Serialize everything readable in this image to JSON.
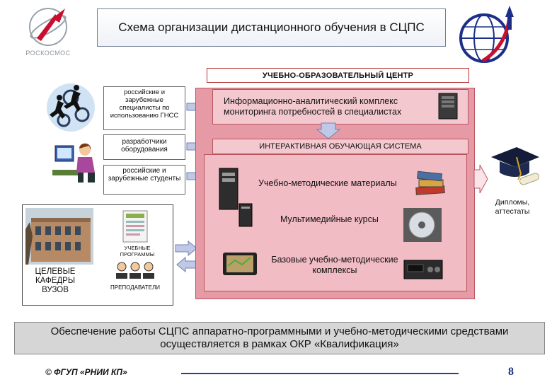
{
  "header": {
    "title": "Схема организации дистанционного обучения в СЦПС",
    "logo_left_text": "РОСКОСМОС"
  },
  "center": {
    "title": "УЧЕБНО-ОБРАЗОВАТЕЛЬНЫЙ ЦЕНТР",
    "info_complex": "Информационно-аналитический комплекс мониторинга потребностей в специалистах",
    "interactive_system": "ИНТЕРАКТИВНАЯ ОБУЧАЮЩАЯ СИСТЕМА",
    "materials": "Учебно-методические материалы",
    "multimedia": "Мультимедийные курсы",
    "base_complexes": "Базовые учебно-методические комплексы"
  },
  "stakeholders": [
    {
      "label": "российские и зарубежные специалисты по использованию ГНСС"
    },
    {
      "label": "разработчики оборудования"
    },
    {
      "label": "российские и зарубежные студенты"
    }
  ],
  "left_panel": {
    "programs": "УЧЕБНЫЕ ПРОГРАММЫ",
    "departments": "ЦЕЛЕВЫЕ КАФЕДРЫ ВУЗОВ",
    "teachers": "ПРЕПОДАВАТЕЛИ"
  },
  "output": {
    "label": "Дипломы, аттестаты"
  },
  "bottom": {
    "text": "Обеспечение работы СЦПС аппаратно-программными и учебно-методическими средствами осуществляется в рамках ОКР «Квалификация»"
  },
  "footer": {
    "org": "© ФГУП «РНИИ КП»",
    "page": "8"
  },
  "colors": {
    "pink_outer": "#e69aa6",
    "pink_inner": "#f1bcc4",
    "arrow_fill": "#bfc8e6",
    "footer_line": "#1f3fa8"
  }
}
